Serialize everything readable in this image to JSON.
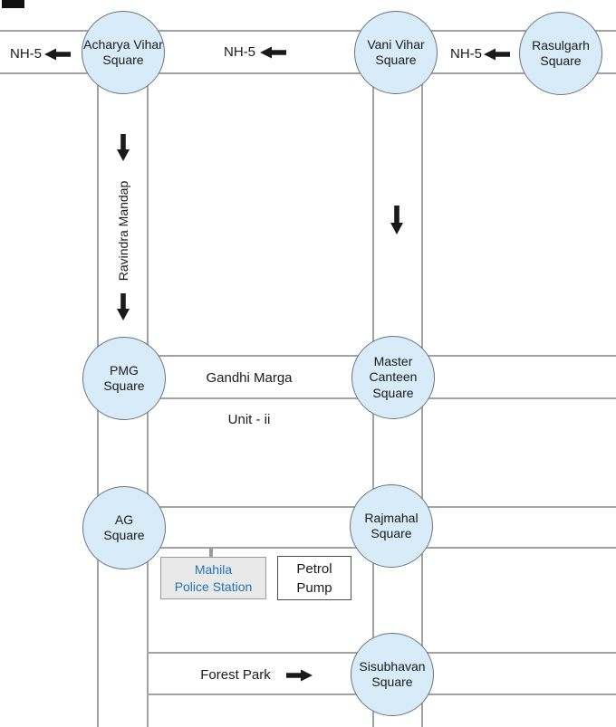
{
  "map": {
    "squares": [
      {
        "name": "Acharya Vihar Square",
        "label": "Acharya Vihar\nSquare"
      },
      {
        "name": "Vani Vihar Square",
        "label": "Vani Vihar\nSquare"
      },
      {
        "name": "Rasulgarh Square",
        "label": "Rasulgarh\nSquare"
      },
      {
        "name": "PMG Square",
        "label": "PMG\nSquare"
      },
      {
        "name": "Master Canteen Square",
        "label": "Master\nCanteen\nSquare"
      },
      {
        "name": "AG Square",
        "label": "AG\nSquare"
      },
      {
        "name": "Rajmahal Square",
        "label": "Rajmahal\nSquare"
      },
      {
        "name": "Sisubhavan Square",
        "label": "Sisubhavan\nSquare"
      }
    ],
    "highway_labels": [
      {
        "text": "NH-5",
        "arrow_direction": "west"
      },
      {
        "text": "NH-5",
        "arrow_direction": "west"
      },
      {
        "text": "NH-5",
        "arrow_direction": "west"
      }
    ],
    "road_labels": {
      "vertical_road": "Ravindra Mandap",
      "gandhi_marga": "Gandhi Marga",
      "unit": "Unit - ii",
      "forest_park": "Forest Park"
    },
    "places": {
      "police_station": "Mahila\nPolice Station",
      "petrol_pump": "Petrol\nPump"
    },
    "icons": {
      "left_arrow": "left-arrow-icon",
      "right_arrow": "right-arrow-icon",
      "down_arrow": "down-arrow-icon"
    },
    "direction_arrows": {
      "westbound_on_nh5": 3,
      "southbound_on_vertical_roads": 3,
      "eastbound_near_forest_park": 1
    },
    "colors": {
      "square_fill": "#d7ebf9",
      "square_border": "#6a737d",
      "road_line": "#a2a2a2",
      "police_station_text": "#2173b4",
      "police_station_fill": "#e9e9e9",
      "petrol_pump_border": "#4f4f4f",
      "arrow": "#1a1a1a"
    }
  }
}
